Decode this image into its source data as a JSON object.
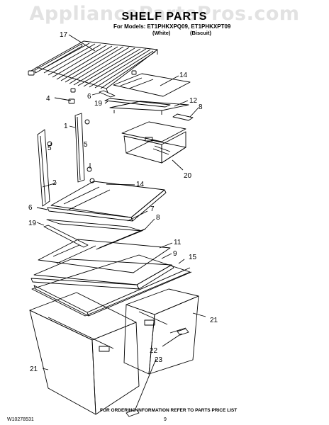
{
  "watermark": "AppliancePartsPros.com",
  "header": {
    "title": "SHELF PARTS",
    "models_line": "For Models: ET1PHKXPQ09, ET1PHKXPT09",
    "variant_white": "(White)",
    "variant_biscuit": "(Biscuit)"
  },
  "callouts": [
    "17",
    "4",
    "6",
    "14",
    "12",
    "19",
    "8",
    "1",
    "5",
    "5",
    "20",
    "2",
    "14",
    "6",
    "7",
    "19",
    "8",
    "11",
    "9",
    "15",
    "21",
    "22",
    "21",
    "23"
  ],
  "footer": {
    "ordering_note": "FOR ORDERING INFORMATION REFER TO PARTS PRICE LIST",
    "doc_number": "W10278531",
    "page_number": "9"
  }
}
